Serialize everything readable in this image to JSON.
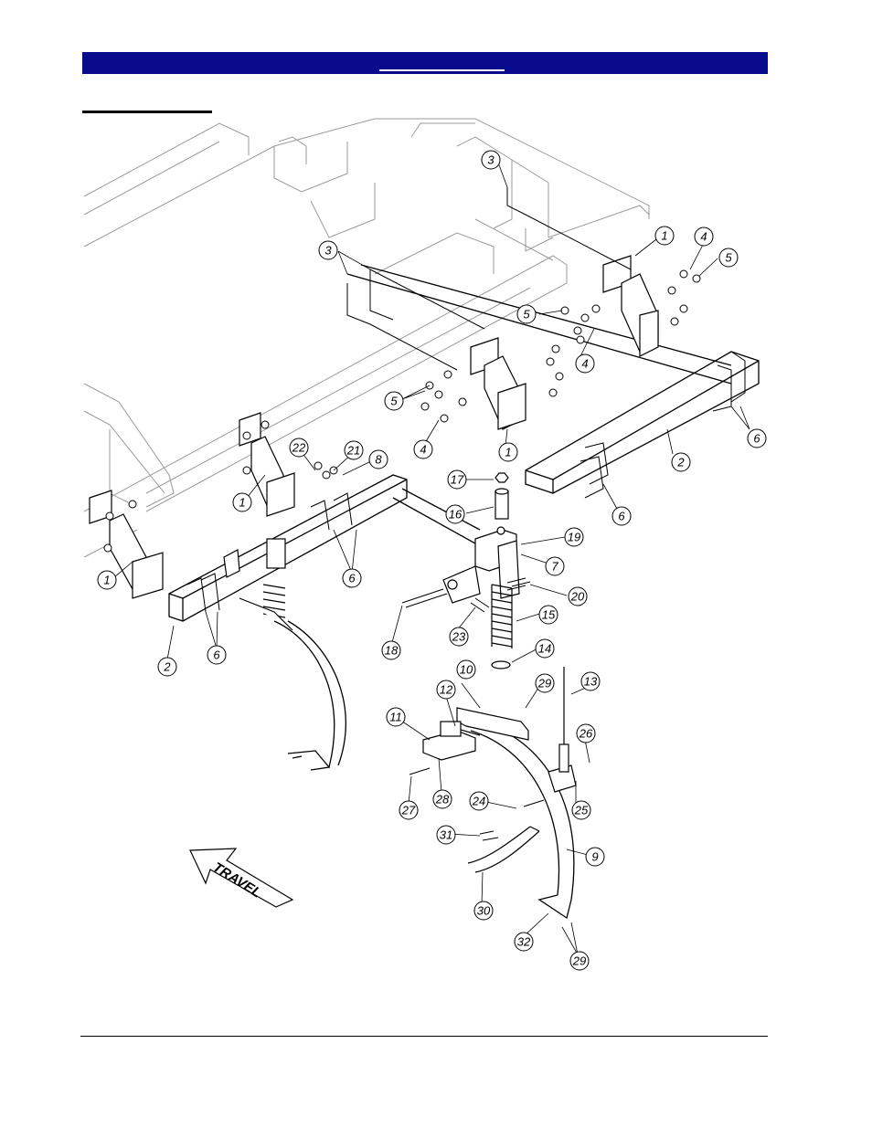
{
  "header": {
    "title": ""
  },
  "section": {
    "heading": ""
  },
  "diagram": {
    "direction_label": "TRAVEL",
    "callouts": [
      {
        "id": "c3a",
        "label": "3"
      },
      {
        "id": "c1a",
        "label": "1"
      },
      {
        "id": "c4a",
        "label": "4"
      },
      {
        "id": "c5a",
        "label": "5"
      },
      {
        "id": "c3b",
        "label": "3"
      },
      {
        "id": "c5b",
        "label": "5"
      },
      {
        "id": "c4b",
        "label": "4"
      },
      {
        "id": "c5c",
        "label": "5"
      },
      {
        "id": "c4c",
        "label": "4"
      },
      {
        "id": "c1b",
        "label": "1"
      },
      {
        "id": "c6a",
        "label": "6"
      },
      {
        "id": "c2a",
        "label": "2"
      },
      {
        "id": "c6b",
        "label": "6"
      },
      {
        "id": "c22",
        "label": "22"
      },
      {
        "id": "c21",
        "label": "21"
      },
      {
        "id": "c8",
        "label": "8"
      },
      {
        "id": "c17",
        "label": "17"
      },
      {
        "id": "c16",
        "label": "16"
      },
      {
        "id": "c1c",
        "label": "1"
      },
      {
        "id": "c19",
        "label": "19"
      },
      {
        "id": "c7",
        "label": "7"
      },
      {
        "id": "c6c",
        "label": "6"
      },
      {
        "id": "c1d",
        "label": "1"
      },
      {
        "id": "c20",
        "label": "20"
      },
      {
        "id": "c15",
        "label": "15"
      },
      {
        "id": "c23",
        "label": "23"
      },
      {
        "id": "c18",
        "label": "18"
      },
      {
        "id": "c2b",
        "label": "2"
      },
      {
        "id": "c6d",
        "label": "6"
      },
      {
        "id": "c14",
        "label": "14"
      },
      {
        "id": "c10",
        "label": "10"
      },
      {
        "id": "c29a",
        "label": "29"
      },
      {
        "id": "c13",
        "label": "13"
      },
      {
        "id": "c12",
        "label": "12"
      },
      {
        "id": "c11",
        "label": "11"
      },
      {
        "id": "c26",
        "label": "26"
      },
      {
        "id": "c27",
        "label": "27"
      },
      {
        "id": "c28",
        "label": "28"
      },
      {
        "id": "c24",
        "label": "24"
      },
      {
        "id": "c25",
        "label": "25"
      },
      {
        "id": "c31",
        "label": "31"
      },
      {
        "id": "c9",
        "label": "9"
      },
      {
        "id": "c30",
        "label": "30"
      },
      {
        "id": "c32",
        "label": "32"
      },
      {
        "id": "c29b",
        "label": "29"
      }
    ]
  },
  "footer": {
    "text": ""
  },
  "colors": {
    "header_bar": "#0a0a8c",
    "line": "#000000",
    "frame": "#9a9a9a"
  }
}
